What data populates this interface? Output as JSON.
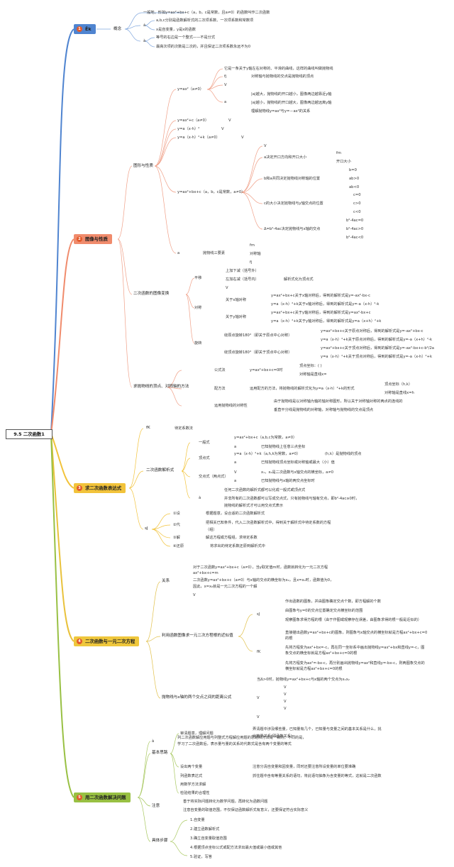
{
  "root": "9.5 二次函数1",
  "main": [
    {
      "num": "1",
      "label": "Ēk"
    },
    {
      "num": "2",
      "label": "图像与性质"
    },
    {
      "num": "3",
      "label": "求二次函数表达式"
    },
    {
      "num": "4",
      "label": "二次函数与一元二次方程"
    },
    {
      "num": "5",
      "label": "用二次函数解决问题"
    }
  ],
  "s1": {
    "concept": "概念",
    "l1": "一般地，形如y=ax²+bx+c（a，b，c是常数，且a≠0）的函数叫作二次函数",
    "a1": "á",
    "l2": "a,b,c分别是函数解析式的二次项系数、一次项系数和常数项",
    "l3": "x是自变量，y是x的函数",
    "a2": "à",
    "l4": "等号的右边是一个整式——不是分式",
    "l5": "最高次项的次数是二次的，并且保证二次项系数永远不为0"
  },
  "s2": {
    "shape": "图形与性质",
    "ax2": "y=ax²（a≠0）",
    "p1": "它是一条关于y轴左右对称的、平滑的曲线，这样的曲线叫做抛物线",
    "fj": "fj",
    "p2": "对称轴与抛物线的交点是抛物线的顶点",
    "V1": "V",
    "a1": "a",
    "p3": "|a|越大，抛物线的开口越小，图像两边越靠近y轴",
    "p4": "|a|越小，抛物线的开口越大，图像两边越远离y轴",
    "p5": "理解抛物线y=ax²与y=－ax²的关系",
    "f1": "y=ax²+c（a≠0）",
    "f2": "y=a（x-h）²",
    "f3": "y=a（x-h）²+k（a≠0）",
    "V2": "V",
    "V3": "V",
    "V4": "V",
    "gen": "y=ax²+bx+c（a，b，c是常数，a≠0）",
    "V5": "V",
    "q1": "a决定开口方向和开口大小",
    "fm": "fm",
    "kk": "开口大小",
    "q2": "b和a共同决定抛物线对称轴的位置",
    "b0": "b=0",
    "ab0": "ab>0",
    "ab1": "ab<0",
    "q3": "c的大小决定抛物线与y轴交点的位置",
    "c0": "c=0",
    "c1": "c>0",
    "c2": "c<0",
    "q4": "Δ=b²-4ac决定抛物线与x轴的交点",
    "d0": "b²-4ac=0",
    "d1": "b²-4ac>0",
    "d2": "b²-4ac<0",
    "a2": "a",
    "three": "抛物线三要素",
    "fm2": "fm",
    "axis": "对称轴",
    "fj2": "fj",
    "trans": "二次函数的图像变换",
    "ping": "平移",
    "up": "上加下减（括号外）",
    "left": "左加右减（括号内）",
    "topform": "解析式化为顶点式",
    "V6": "V",
    "dui": "对称",
    "ax": "关于x轴对称",
    "ax1": "y=ax²+bx+c关于x轴对称后，得到的解析式是y=-ax²-bx-c",
    "ax2s": "y=a（x-h）²+k关于x轴对称后，得到的解析式是y=-a（x-h）²-k",
    "ay": "关于y轴对称",
    "ay1": "y=ax²+bx+c关于y轴对称后，得到的解析式是y=ax²-bx+c",
    "ay2": "y=a（x-h）²+k关于y轴对称后，得到的解析式是y=a（x+h）²+k",
    "rot": "旋转",
    "r1": "绕原点旋转180°（即关于原点中心对称）",
    "r1a": "y=ax²+bx+c关于原点对称后，得到的解析式是y=-ax²+bx-c",
    "r1b": "y=a（x-h）²+k关于原点对称后，得到的解析式是y=-a（x+h）²-k",
    "r2": "绕顶点旋转180°（即关于顶点中心对称）",
    "r2a": "y=ax²+bx+c关于顶点对称后，得到的解析式是y=-ax²-bx+c-b²/2a",
    "r2b": "y=a（x-h）²+k关于顶点对称后，得到的解析式是y=-a（x-h）²+k",
    "find": "求抛物线的顶点、对称轴的方法",
    "gs": "公式法",
    "gs1": "y=ax²+bx+c=0时",
    "gs2": "顶点坐标：(  )",
    "gs3": "对称轴是直线x=",
    "pf": "配方法",
    "pf1": "运用配方的方法，将抛物线的解析式化为y=a（x-h）²+k的形式",
    "pf2": "顶点坐标（h,k）",
    "pf3": "对称轴是直线x=h",
    "sym": "运用抛物线的对称性",
    "sym1": "由于抛物线是以对称轴为轴的轴对称图形，所以关于对称轴对称的两点的连线的",
    "sym2": "垂直平分线是抛物线的对称轴，对称轴与抛物线的交点是顶点"
  },
  "s3": {
    "fk": "fK",
    "dd": "待定系数法",
    "jx": "二次函数解析式",
    "yb": "一般式",
    "yb1": "y=ax²+bx+c（a,b,c为常数，a≠0）",
    "a1": "a",
    "yb2": "已知抛物线上任意三点坐标",
    "dd2": "顶点式",
    "dd21": "y=a（x-h）²+k（a,h,k为常数，a≠0）",
    "dd22": "(h,k）是抛物线的顶点",
    "a2": "a",
    "dd23": "已知抛物线顶点坐标或对称轴或最大（小）值",
    "jd": "交点式（两点式）",
    "V1": "V",
    "jd1": "x₁，x₂是二次函数与x轴交点的横坐标，a≠0",
    "a3": "a",
    "jd2": "已知抛物线与x轴的两交点坐标时",
    "a4": "à",
    "n1": "任何二次函数的解析式都可以化成一般式或顶点式",
    "n2": "并非所有的二次函数都可以写成交点式，只有抛物线与轴有交点，即b²-4ac≥0时，",
    "n3": "抛物线的解析式才可以用交点式表示",
    "st": "sJ",
    "s1": "①设",
    "s1t": "根据题意，设合适的二次函数解析式",
    "s2": "②代",
    "s2t": "把相关已知条件，代入二次函数解析式中，得到关于解析式中待定系数的方程",
    "s2t2": "（组）",
    "s3": "③解",
    "s3t": "解这方程或方程组，求待定系数",
    "s4": "④还原",
    "s4t": "将求出的待定系数还原到解析式中"
  },
  "s4": {
    "rel": "关系",
    "r1": "对于二次函数y=ax²+bx+c（a≠0），当y取定值m时，函数就转化为一元二次方程",
    "r1b": "ax²+bx+c=m",
    "r2": "二次函数y=ax²+bx+c（a≠0）与x轴的交点的横坐标为x₀，且x=x₀时，函数值为0，",
    "r3": "因此，x=x₀就是一元二次方程的一个解",
    "V0": "V",
    "approx": "利用函数图像求一元二次方程根的近似值",
    "sj": "sJ",
    "a1": "作出函数的图象，并由图象确定交点个数，即方程解的个数",
    "a2": "由图象与y=0的交点位置确定交点横坐标的范围",
    "a3": "观察图象求得方程的根（由于作图或观察存在误差，由图象求得的根一般是近似的）",
    "fk": "fK",
    "b1": "直接描出函数y=ax²+bx+c的图象，则图象与x轴交点的横坐标就是方程ax²+bx+c=0",
    "b1b": "的根",
    "b2": "先将方程变为ax²+bx=-c，再在同一坐标系中画出抛物线y=ax²+bx和直线y=-c，图",
    "b2b": "象交点的横坐标就是方程ax²+bx+c=0的根",
    "b3": "先将方程变为ax²=-bx-c，再分别画出抛物线y=ax²和直线y=-bx-c，则两图象交点的",
    "b3b": "横坐标就是方程ax²+bx+c=0的根",
    "cnt": "抛物线与x轴的两个交点之间的距离公式",
    "cnt1": "当Δ>0时，抛物线y=ax²+bx+c与x轴的两个交点为x₁x₂",
    "V1": "V",
    "V2": "V",
    "V3": "V",
    "V4": "V",
    "V5": "V",
    "V6": "V"
  },
  "s5": {
    "a0": "à",
    "l1": "列二次函数解应用题与列整式方程解应用题的思路和方法是一致的，不同的是，",
    "l2": "学习了二次函数后，表示量与量的关系的代数式是含有两个变量的等式",
    "basic": "基本思路",
    "b1": "审清题意，理解问题",
    "b1a": "弄清题中涉及哪些量，已知量有几个，已知量与变量之间的基本关系是什么，找",
    "b1b": "出等量关系(即函数关系)",
    "b2": "设出两个变量",
    "b2a": "注意分清自变量和因变量，同时还要注意所设变量的单位要准确",
    "b3": "列函数表达式",
    "b3a": "抓住题中含有等量关系的语句，将此语句抽象为含变量的等式，这就是二次函数",
    "b4": "用数学方法求解",
    "b5": "检验结果的合理性",
    "note": "注意",
    "n1": "善于将实际问题转化为数学问题，再转化为函数问题",
    "n2": "注意自变量的取值范围，不仅保证函数解析式有意义，还要保证符合实际意义",
    "steps": "具体步骤",
    "st1": "1.自变量",
    "st2": "2.建立函数解析式",
    "st3": "3.确立自变量取值范围",
    "st4": "4.根据顶点坐标公式或配方法求出最大值或最小值或其他",
    "st5": "5.验证，写答"
  }
}
